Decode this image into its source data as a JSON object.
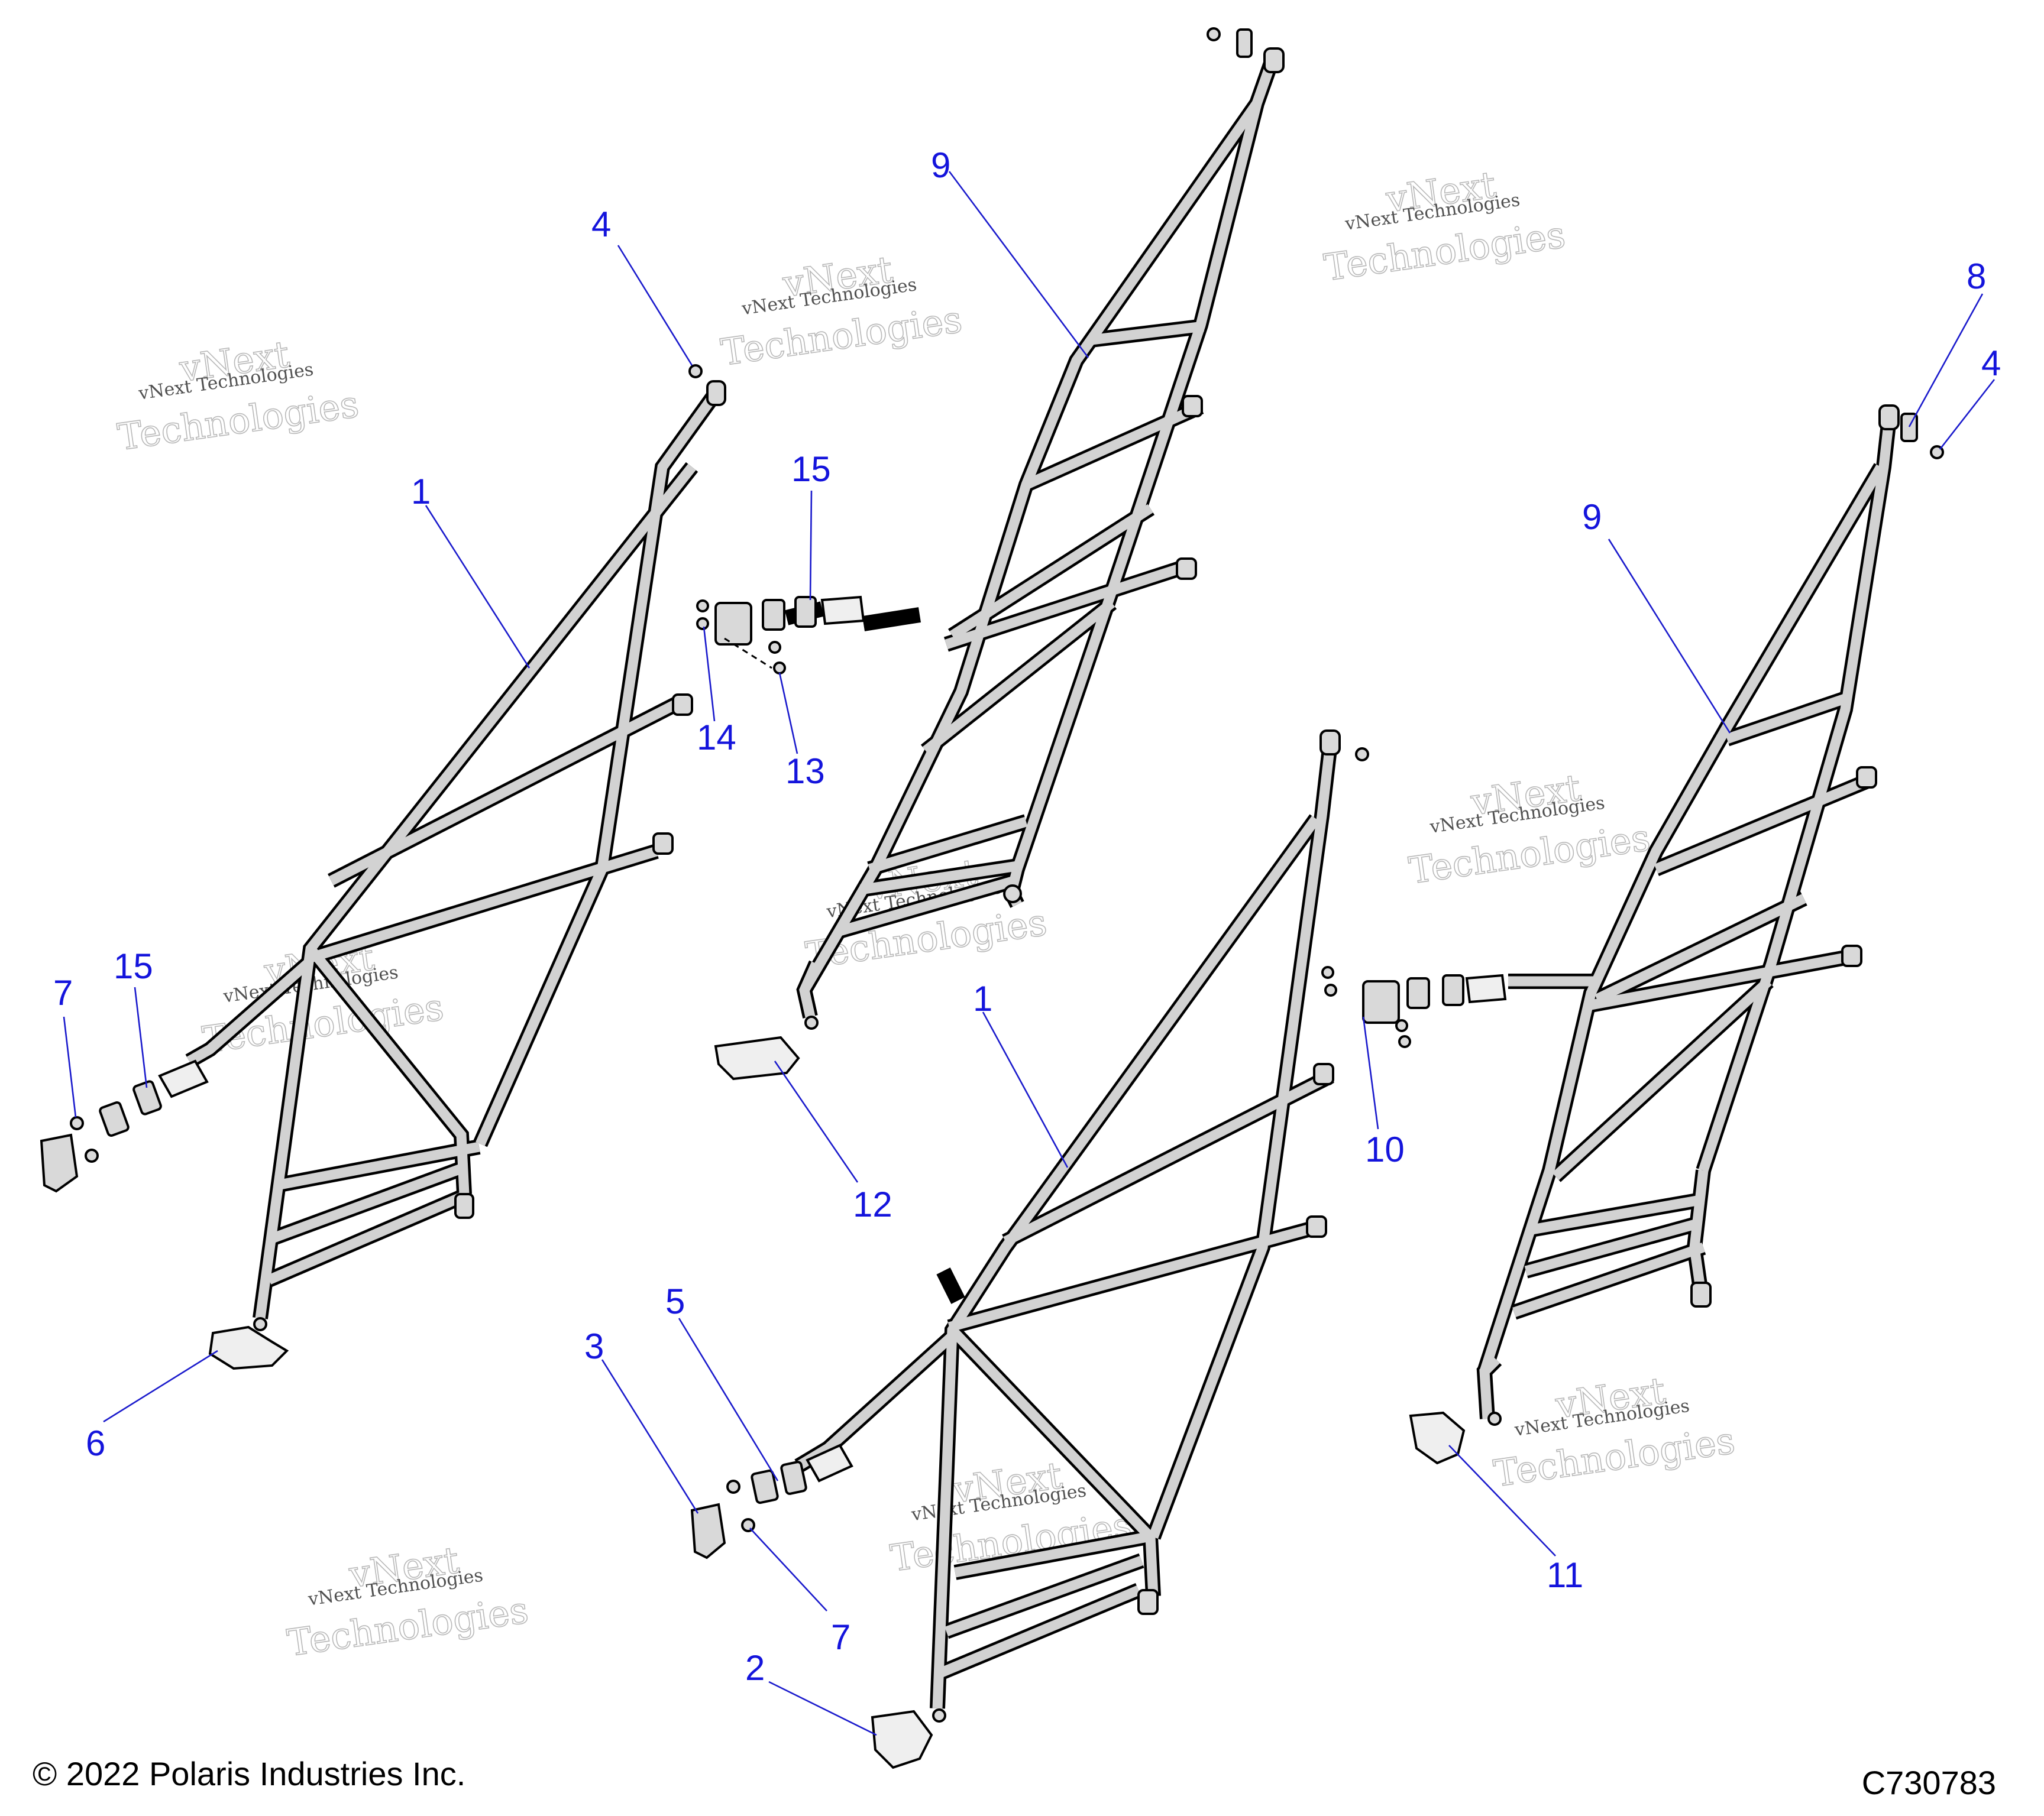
{
  "copyright": "© 2022 Polaris Industries Inc.",
  "drawing_id": "C730783",
  "watermark": {
    "line1": "vNext",
    "line2": "vNext Technologies",
    "line3": "Technologies"
  },
  "callouts": [
    {
      "id": "c1a",
      "label": "1"
    },
    {
      "id": "c1b",
      "label": "1"
    },
    {
      "id": "c2",
      "label": "2"
    },
    {
      "id": "c3",
      "label": "3"
    },
    {
      "id": "c4a",
      "label": "4"
    },
    {
      "id": "c4b",
      "label": "4"
    },
    {
      "id": "c5",
      "label": "5"
    },
    {
      "id": "c6",
      "label": "6"
    },
    {
      "id": "c7a",
      "label": "7"
    },
    {
      "id": "c7b",
      "label": "7"
    },
    {
      "id": "c8",
      "label": "8"
    },
    {
      "id": "c9a",
      "label": "9"
    },
    {
      "id": "c9b",
      "label": "9"
    },
    {
      "id": "c10",
      "label": "10"
    },
    {
      "id": "c11",
      "label": "11"
    },
    {
      "id": "c12",
      "label": "12"
    },
    {
      "id": "c13",
      "label": "13"
    },
    {
      "id": "c14",
      "label": "14"
    },
    {
      "id": "c15a",
      "label": "15"
    },
    {
      "id": "c15b",
      "label": "15"
    }
  ]
}
